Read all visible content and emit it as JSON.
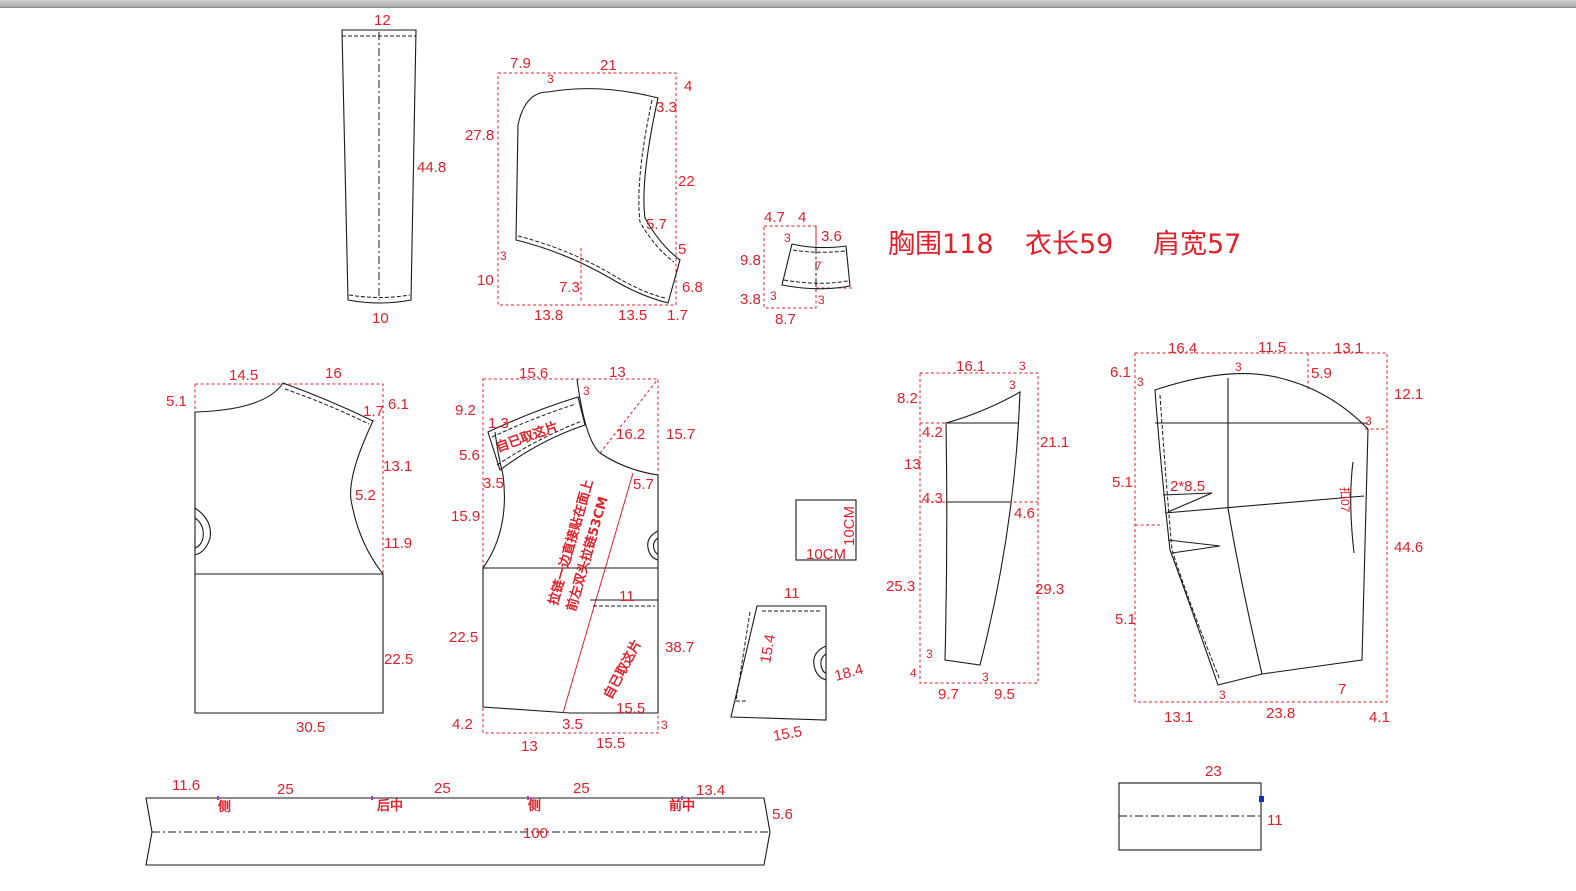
{
  "window": {
    "title": ""
  },
  "headline": {
    "chest": "胸围118",
    "length": "衣长59",
    "shoulder": "肩宽57"
  },
  "pieces": {
    "sleeve_strip": {
      "top": "12",
      "side": "44.8",
      "bottom": "10"
    },
    "hood": {
      "d1": "7.9",
      "d2": "21",
      "d3": "3",
      "d4": "4",
      "d5": "3.3",
      "d6": "27.8",
      "d7": "22",
      "d8": "5.7",
      "d9": "3",
      "d10": "5",
      "d11": "10",
      "d12": "7.3",
      "d13": "6.8",
      "d14": "13.8",
      "d15": "13.5",
      "d16": "1.7"
    },
    "collar": {
      "d1": "4.7",
      "d2": "4",
      "d3": "3",
      "d4": "3.6",
      "d5": "9.8",
      "d6": "7",
      "d7": "3",
      "d8": "3.8",
      "d9": "3",
      "d10": "8.7"
    },
    "back": {
      "d1": "14.5",
      "d2": "16",
      "d3": "5.1",
      "d4": "1.7",
      "d5": "6.1",
      "d6": "13.1",
      "d7": "5.2",
      "d8": "11.9",
      "d9": "22.5",
      "d10": "30.5"
    },
    "front": {
      "d1": "15.6",
      "d2": "13",
      "d3": "3",
      "d4": "9.2",
      "d5": "1.3",
      "d6": "16.2",
      "d7": "15.7",
      "d8": "5.6",
      "d9": "3.5",
      "d10": "5.7",
      "d11": "15.9",
      "d12": "11",
      "d13": "22.5",
      "d14": "38.7",
      "d15": "15.5",
      "d16": "4.2",
      "d17": "3.5",
      "d18": "3",
      "d19": "13",
      "d20": "15.5",
      "note_self": "自已取这片",
      "note_self2": "自已取这片",
      "zip_note1": "拉链一边直接贴在面上",
      "zip_note2": "前左双头拉链53CM"
    },
    "square": {
      "w": "10CM",
      "h": "10CM"
    },
    "pocket": {
      "top": "11",
      "side": "15.4",
      "right": "18.4",
      "bottom": "15.5"
    },
    "side_panel": {
      "d1": "16.1",
      "d2": "3",
      "d3": "3",
      "d4": "8.2",
      "d5": "4.2",
      "d6": "21.1",
      "d7": "13",
      "d8": "4.3",
      "d9": "4.6",
      "d10": "25.3",
      "d11": "29.3",
      "d12": "3",
      "d13": "3",
      "d14": "4",
      "d15": "9.7",
      "d16": "9.5"
    },
    "sleeve": {
      "d1": "16.4",
      "d2": "11.5",
      "d3": "13.1",
      "d4": "6.1",
      "d5": "3",
      "d6": "3",
      "d7": "5.9",
      "d8": "12.1",
      "d9": "3",
      "d10": "5.1",
      "d11": "2*8.5",
      "d12": "扣07",
      "d13": "44.6",
      "d14": "5.1",
      "d15": "3",
      "d16": "7",
      "d17": "13.1",
      "d18": "23.8",
      "d19": "4.1"
    },
    "hem_band": {
      "d1": "11.6",
      "d2": "25",
      "d3": "25",
      "d4": "25",
      "d5": "13.4",
      "d6": "5.6",
      "total": "100",
      "m1": "侧",
      "m2": "后中",
      "m3": "侧",
      "m4": "前中"
    },
    "cuff": {
      "w": "23",
      "h": "11"
    }
  }
}
